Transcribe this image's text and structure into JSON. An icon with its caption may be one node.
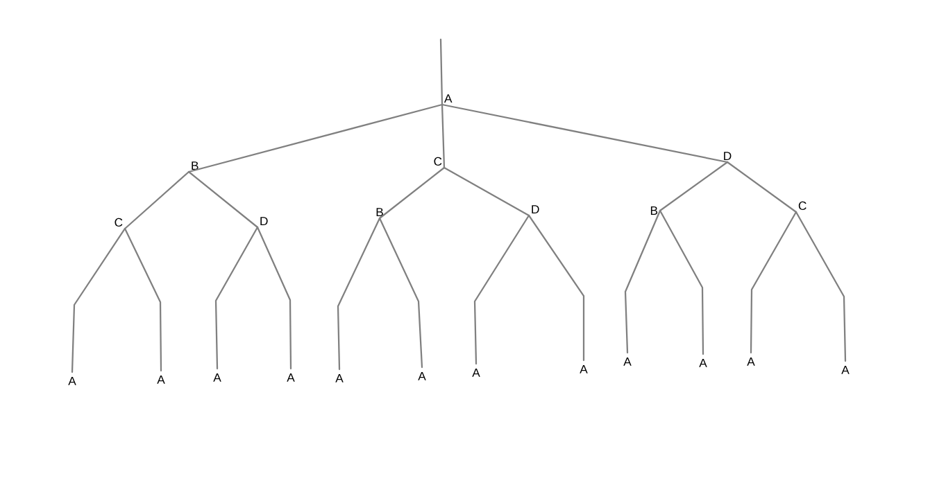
{
  "diagram": {
    "nodes": [
      {
        "text": [
          "A"
        ]
      },
      {
        "text": [
          "B"
        ]
      },
      {
        "text": [
          "C"
        ]
      },
      {
        "text": [
          "D"
        ]
      },
      {
        "text": [
          "C"
        ]
      },
      {
        "text": [
          "D"
        ]
      },
      {
        "text": [
          "B"
        ]
      },
      {
        "text": [
          "D"
        ]
      },
      {
        "text": [
          "B"
        ]
      },
      {
        "text": [
          "C"
        ]
      },
      {
        "text": [
          "A"
        ]
      },
      {
        "text": [
          "A"
        ]
      },
      {
        "text": [
          "A"
        ]
      },
      {
        "text": [
          "A"
        ]
      },
      {
        "text": [
          "A"
        ]
      },
      {
        "text": [
          "A"
        ]
      },
      {
        "text": [
          "A"
        ]
      },
      {
        "text": [
          "A"
        ]
      },
      {
        "text": [
          "A"
        ]
      },
      {
        "text": [
          "A"
        ]
      },
      {
        "text": [
          "A"
        ]
      },
      {
        "text": [
          "A"
        ]
      }
    ],
    "edges": [
      {
        "from": null,
        "to": 0,
        "arrow": "none"
      },
      {
        "from": 0,
        "to": 1,
        "arrow": "none"
      },
      {
        "from": 0,
        "to": 2,
        "arrow": "none"
      },
      {
        "from": 0,
        "to": 3,
        "arrow": "none"
      },
      {
        "from": 1,
        "to": 4,
        "arrow": "none"
      },
      {
        "from": 1,
        "to": 5,
        "arrow": "none"
      },
      {
        "from": 2,
        "to": 6,
        "arrow": "none"
      },
      {
        "from": 2,
        "to": 7,
        "arrow": "none"
      },
      {
        "from": 3,
        "to": 8,
        "arrow": "none"
      },
      {
        "from": 3,
        "to": 9,
        "arrow": "none"
      },
      {
        "from": 4,
        "to": 10,
        "arrow": "none"
      },
      {
        "from": 4,
        "to": 11,
        "arrow": "none"
      },
      {
        "from": 5,
        "to": 12,
        "arrow": "none"
      },
      {
        "from": 5,
        "to": 13,
        "arrow": "none"
      },
      {
        "from": 6,
        "to": 14,
        "arrow": "none"
      },
      {
        "from": 6,
        "to": 15,
        "arrow": "none"
      },
      {
        "from": 7,
        "to": 16,
        "arrow": "none"
      },
      {
        "from": 7,
        "to": 17,
        "arrow": "none"
      },
      {
        "from": 8,
        "to": 18,
        "arrow": "none"
      },
      {
        "from": 8,
        "to": 19,
        "arrow": "none"
      },
      {
        "from": 9,
        "to": 20,
        "arrow": "none"
      },
      {
        "from": 9,
        "to": 21,
        "arrow": "none"
      }
    ]
  }
}
